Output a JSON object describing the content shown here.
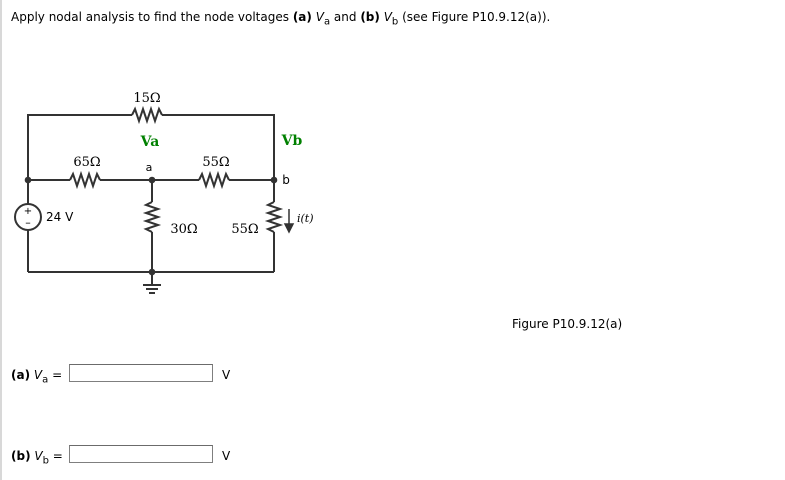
{
  "question": {
    "prefix": "Apply nodal analysis to find the node voltages",
    "part_a_tag": "(a)",
    "var_a": "V",
    "sub_a": "a",
    "and_text": "and",
    "part_b_tag": "(b)",
    "var_b": "V",
    "sub_b": "b",
    "suffix": "(see Figure P10.9.12(a))."
  },
  "circuit": {
    "r_top": "15Ω",
    "r_left": "65Ω",
    "r_mid": "55Ω",
    "r_center_vertical": "30Ω",
    "r_right_vertical": "55Ω",
    "node_a_heading": "Va",
    "node_b_heading": "Vb",
    "node_a_small": "a",
    "node_b_small": "b",
    "source_voltage": "24 V",
    "source_plus": "+",
    "source_minus": "–",
    "current_label": "i(t)",
    "node_heading_color": "#008000"
  },
  "figure_caption": "Figure P10.9.12(a)",
  "answers": [
    {
      "tag": "(a)",
      "var": "V",
      "sub": "a",
      "equals": "=",
      "value": "",
      "unit": "V"
    },
    {
      "tag": "(b)",
      "var": "V",
      "sub": "b",
      "equals": "=",
      "value": "",
      "unit": "V"
    }
  ]
}
